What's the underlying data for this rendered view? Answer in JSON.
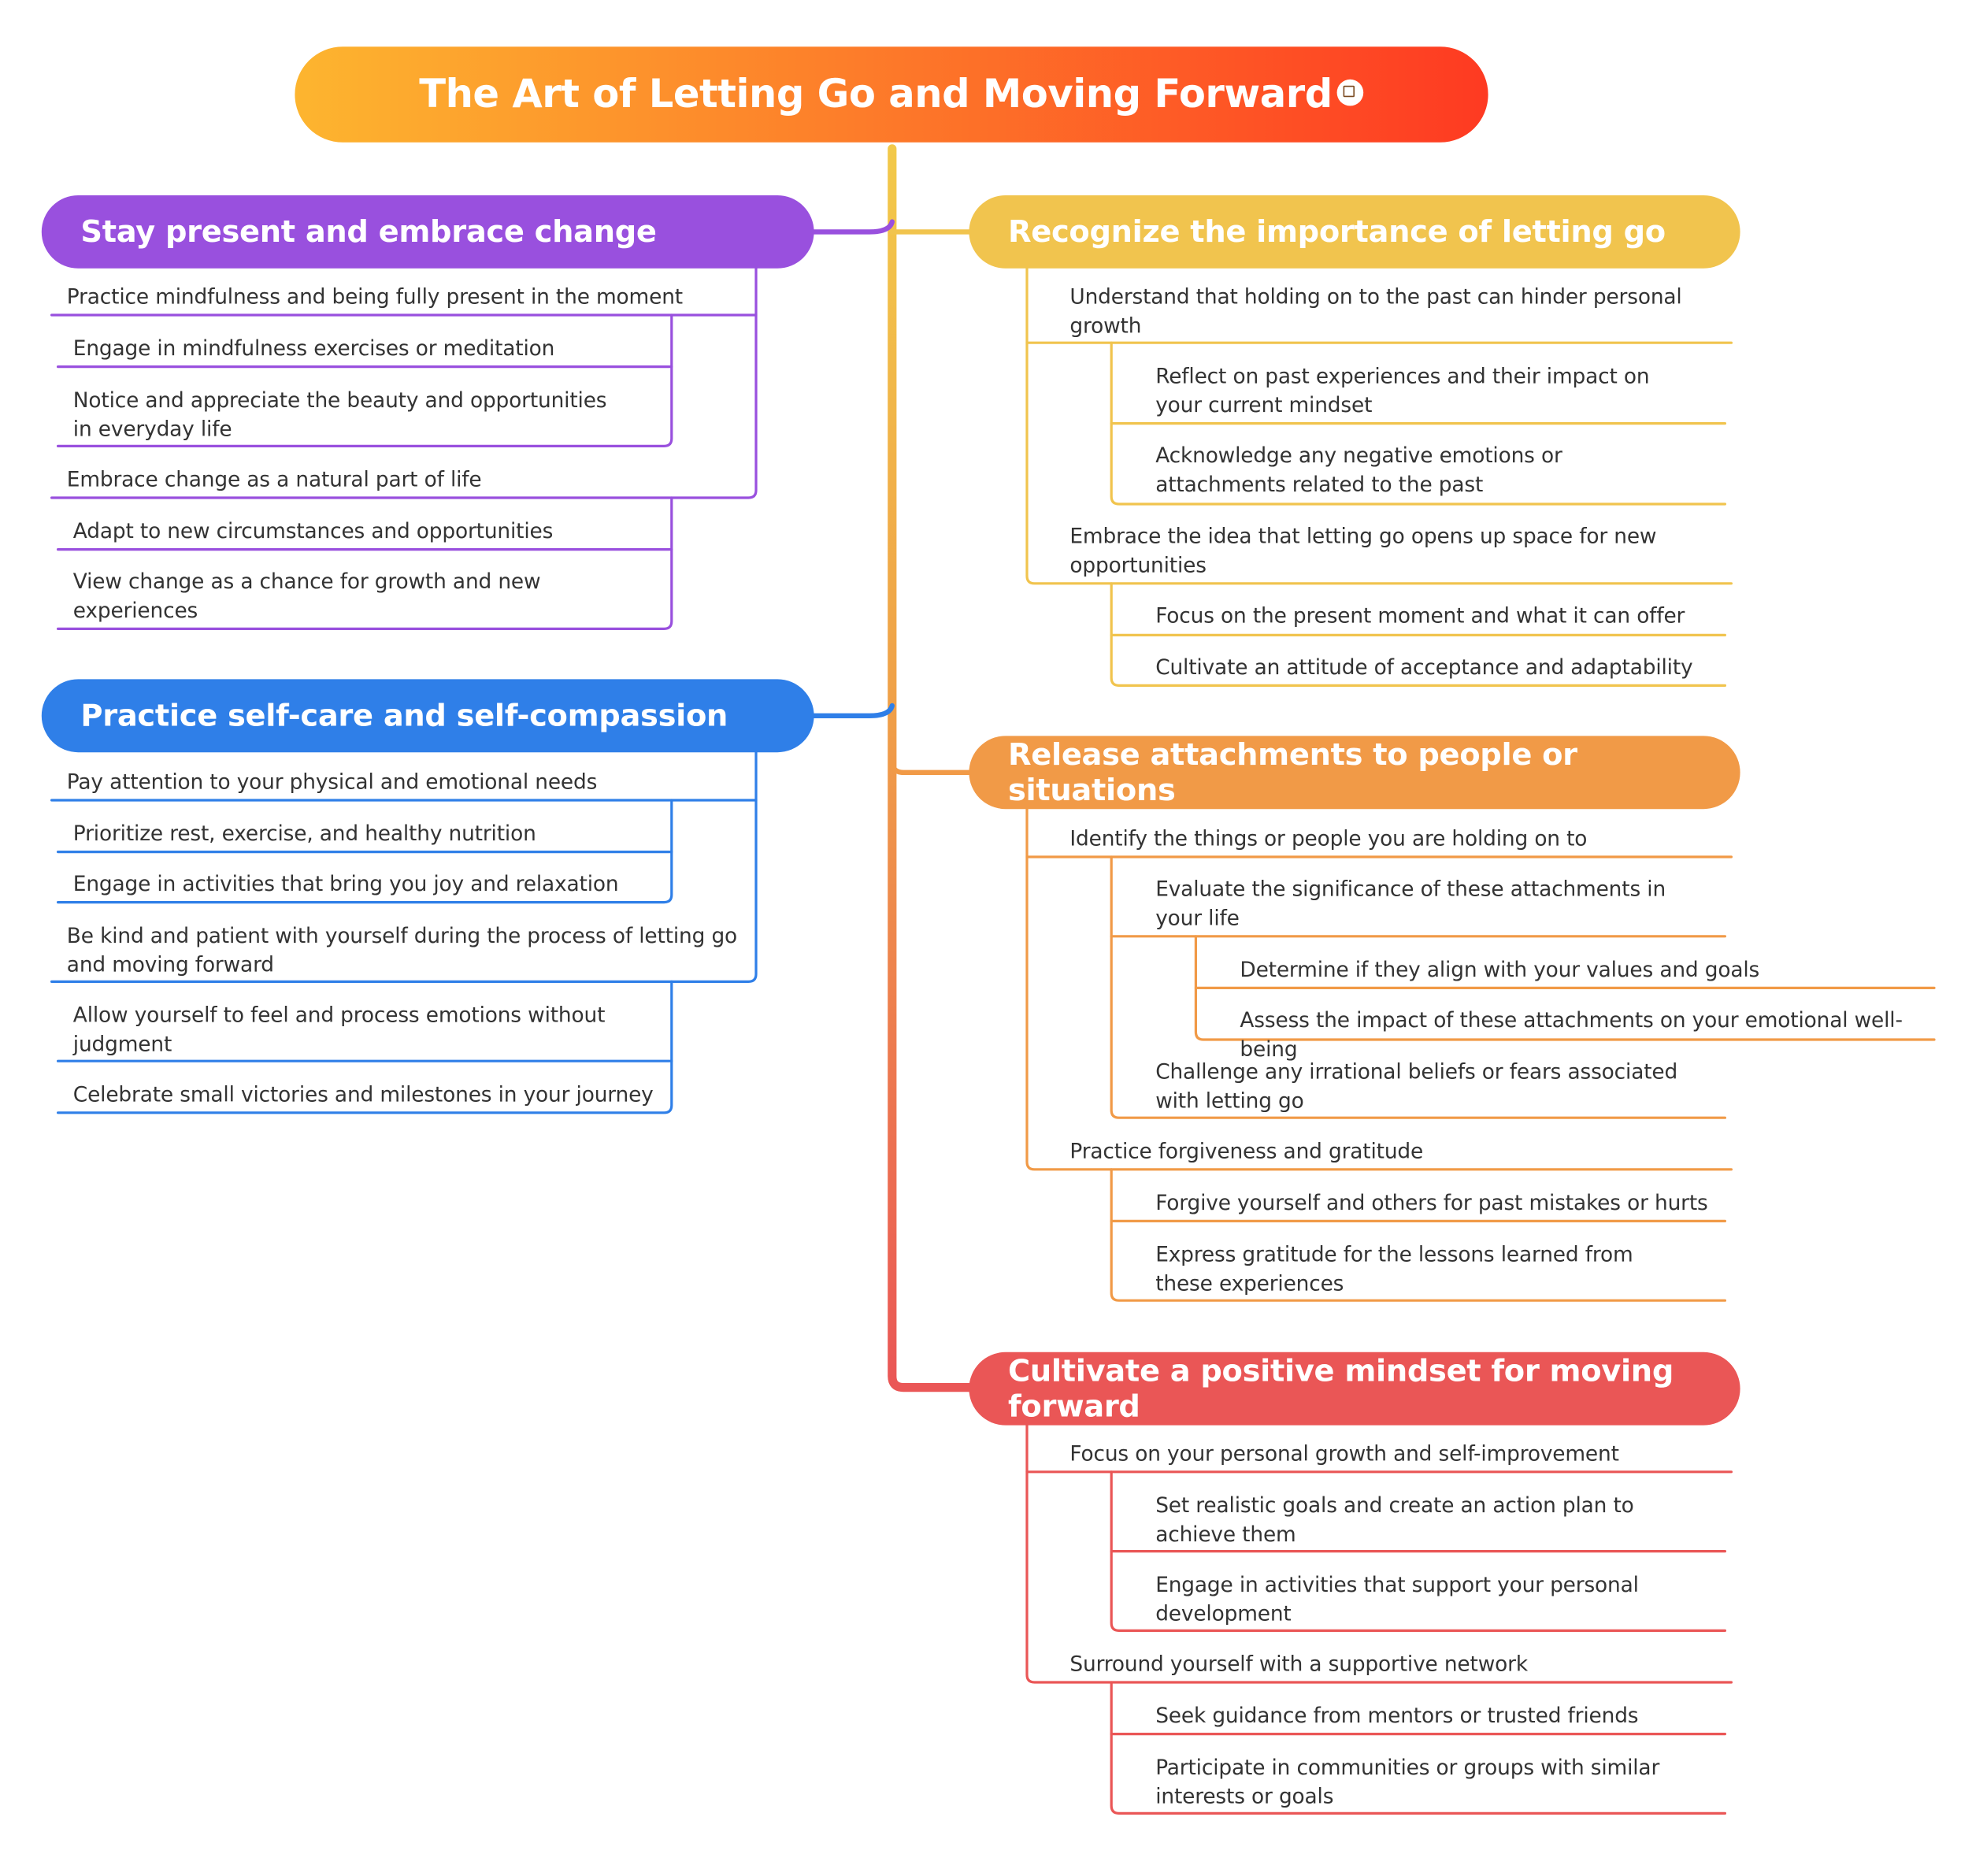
{
  "root": {
    "title": "The Art of Letting Go and Moving Forward",
    "icon": "note-icon"
  },
  "left": [
    {
      "title": "Stay present and embrace change",
      "color": "#9950de",
      "groups": [
        {
          "label": "Practice mindfulness and being fully present in the moment",
          "children": [
            "Engage in mindfulness exercises or meditation",
            "Notice and appreciate the beauty and opportunities in everyday life"
          ]
        },
        {
          "label": "Embrace change as a natural part of life",
          "children": [
            "Adapt to new circumstances and opportunities",
            "View change as a chance for growth and new experiences"
          ]
        }
      ]
    },
    {
      "title": "Practice self-care and self-compassion",
      "color": "#2f7fe8",
      "groups": [
        {
          "label": "Pay attention to your physical and emotional needs",
          "children": [
            "Prioritize rest, exercise, and healthy nutrition",
            "Engage in activities that bring you joy and relaxation"
          ]
        },
        {
          "label": "Be kind and patient with yourself during the process of letting go and moving forward",
          "children": [
            "Allow yourself to feel and process emotions without judgment",
            "Celebrate small victories and milestones in your journey"
          ]
        }
      ]
    }
  ],
  "right": [
    {
      "title": "Recognize the importance of letting go",
      "color": "#f1c44e",
      "groups": [
        {
          "label": "Understand that holding on to the past can hinder personal growth",
          "children": [
            "Reflect on past experiences and their impact on your current mindset",
            "Acknowledge any negative emotions or attachments related to the past"
          ]
        },
        {
          "label": "Embrace the idea that letting go opens up space for new opportunities",
          "children": [
            "Focus on the present moment and what it can offer",
            "Cultivate an attitude of acceptance and adaptability"
          ]
        }
      ]
    },
    {
      "title": "Release attachments to people or situations",
      "color": "#f19a47",
      "groups": [
        {
          "label": "Identify the things or people you are holding on to",
          "children": [
            "Evaluate the significance of these attachments in your life",
            "Challenge any irrational beliefs or fears associated with letting go"
          ],
          "grandchildren": [
            "Determine if they align with your values and goals",
            "Assess the impact of these attachments on your emotional well-being"
          ]
        },
        {
          "label": "Practice forgiveness and gratitude",
          "children": [
            "Forgive yourself and others for past mistakes or hurts",
            "Express gratitude for the lessons learned from these experiences"
          ]
        }
      ]
    },
    {
      "title": "Cultivate a positive mindset for moving forward",
      "color": "#ea5656",
      "groups": [
        {
          "label": "Focus on your personal growth and self-improvement",
          "children": [
            "Set realistic goals and create an action plan to achieve them",
            "Engage in activities that support your personal development"
          ]
        },
        {
          "label": "Surround yourself with a supportive network",
          "children": [
            "Seek guidance from mentors or trusted friends",
            "Participate in communities or groups with similar interests or goals"
          ]
        }
      ]
    }
  ]
}
